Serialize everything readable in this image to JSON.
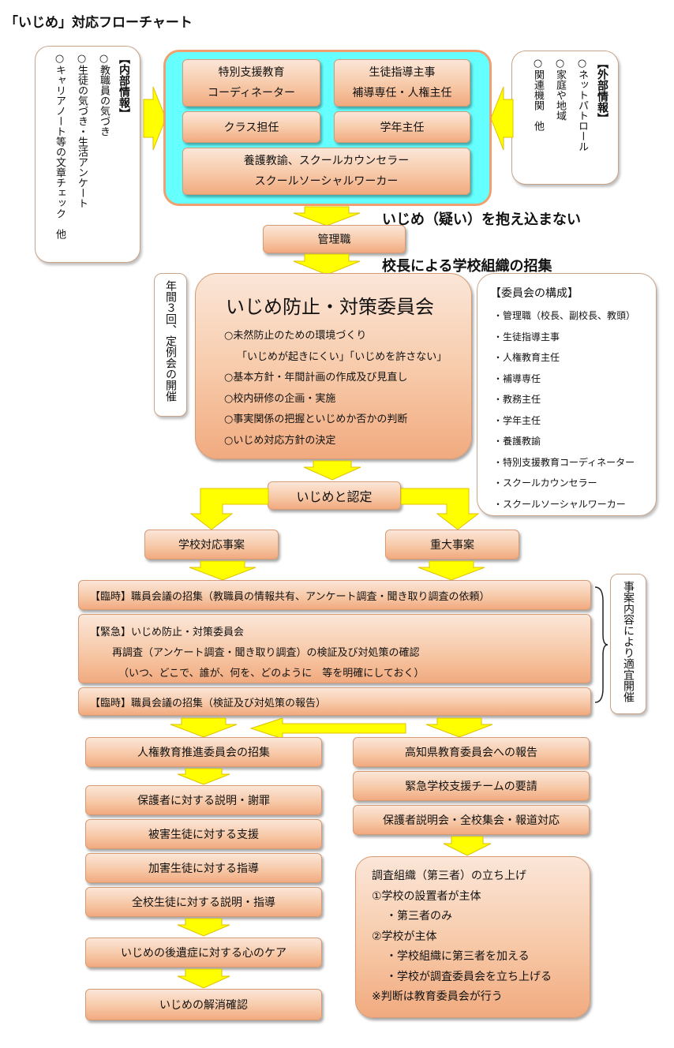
{
  "title": "「いじめ」対応フローチャート",
  "internal": {
    "heading": "【内部情報】",
    "items": [
      "○教職員の気づき",
      "○生徒の気づき・生活アンケート",
      "○キャリアノート等の文章チェック　他"
    ]
  },
  "external": {
    "heading": "【外部情報】",
    "items": [
      "○ネットパトロール",
      "○家庭や地域",
      "○関連機関　他"
    ]
  },
  "center_team": {
    "special_line1": "特別支援教育",
    "special_line2": "コーディネーター",
    "guidance_line1": "生徒指導主事",
    "guidance_line2": "補導専任・人権主任",
    "homeroom": "クラス担任",
    "grade_head": "学年主任",
    "nurse_line1": "養護教諭、スクールカウンセラー",
    "nurse_line2": "スクールソーシャルワーカー"
  },
  "slogan1": "いじめ（疑い）を抱え込まない",
  "admin": "管理職",
  "slogan2": "校長による学校組織の招集",
  "meetings_note": "年間３回、定例会の開催",
  "committee": {
    "title": "いじめ防止・対策委員会",
    "items": [
      "○未然防止のための環境づくり",
      "「いじめが起きにくい」「いじめを許さない」",
      "○基本方針・年間計画の作成及び見直し",
      "○校内研修の企画・実施",
      "○事実関係の把握といじめか否かの判断",
      "○いじめ対応方針の決定"
    ]
  },
  "members": {
    "heading": "【委員会の構成】",
    "items": [
      "・管理職（校長、副校長、教頭）",
      "・生徒指導主事",
      "・人権教育主任",
      "・補導専任",
      "・教務主任",
      "・学年主任",
      "・養護教諭",
      "・特別支援教育コーディネーター",
      "・スクールカウンセラー",
      "・スクールソーシャルワーカー"
    ]
  },
  "recognized": "いじめと認定",
  "school_case": "学校対応事案",
  "serious_case": "重大事案",
  "step1": "【臨時】職員会議の招集（教職員の情報共有、アンケート調査・聞き取り調査の依頼）",
  "step2": {
    "line1": "【緊急】いじめ防止・対策委員会",
    "line2": "再調査（アンケート調査・聞き取り調査）の検証及び対処策の確認",
    "line3": "（いつ、どこで、誰が、何を、どのように　等を明確にしておく）"
  },
  "step3": "【臨時】職員会議の招集（検証及び対処策の報告）",
  "side_note": "事案内容により適宜開催",
  "left_flow": [
    "人権教育推進委員会の招集",
    "保護者に対する説明・謝罪",
    "被害生徒に対する支援",
    "加害生徒に対する指導",
    "全校生徒に対する説明・指導",
    "いじめの後遺症に対する心のケア",
    "いじめの解消確認"
  ],
  "right_flow": [
    "高知県教育委員会への報告",
    "緊急学校支援チームの要請",
    "保護者説明会・全校集会・報道対応"
  ],
  "investigation": {
    "items": [
      "調査組織（第三者）の立ち上げ",
      "①学校の設置者が主体",
      "・第三者のみ",
      "②学校が主体",
      "・学校組織に第三者を加える",
      "・学校が調査委員会を立ち上げる",
      "※判断は教育委員会が行う"
    ]
  },
  "colors": {
    "arrow_yellow": "#ffff00",
    "box_peach": "#f7c9a8",
    "team_cyan": "#66ffff",
    "team_border": "#f0a070"
  }
}
